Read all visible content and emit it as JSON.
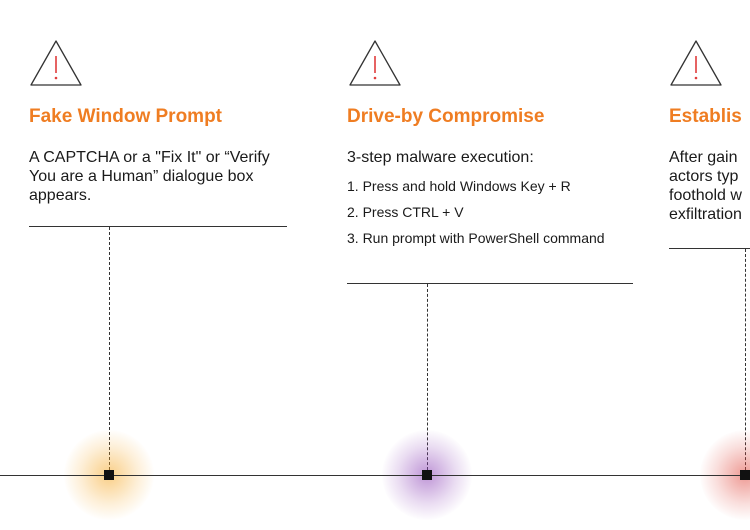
{
  "colors": {
    "title_orange": "#ef7d22",
    "icon_red": "#e03c3c",
    "glow_orange": "#f5a623",
    "glow_purple": "#8a3fb5",
    "glow_red": "#e0473c"
  },
  "stages": [
    {
      "icon": "warning-triangle-icon",
      "title": "Fake Window Prompt",
      "description": "A CAPTCHA or a \"Fix It\" or “Verify You are a Human” dialogue box appears."
    },
    {
      "icon": "warning-triangle-icon",
      "title": "Drive-by Compromise",
      "intro": "3-step malware execution:",
      "steps": [
        "1. Press and hold Windows Key + R",
        "2. Press CTRL + V",
        "3. Run prompt with PowerShell command"
      ]
    },
    {
      "icon": "warning-triangle-icon",
      "title": "Establis",
      "description_lines": [
        "After gain",
        "actors typ",
        "foothold w",
        "exfiltration"
      ]
    }
  ]
}
